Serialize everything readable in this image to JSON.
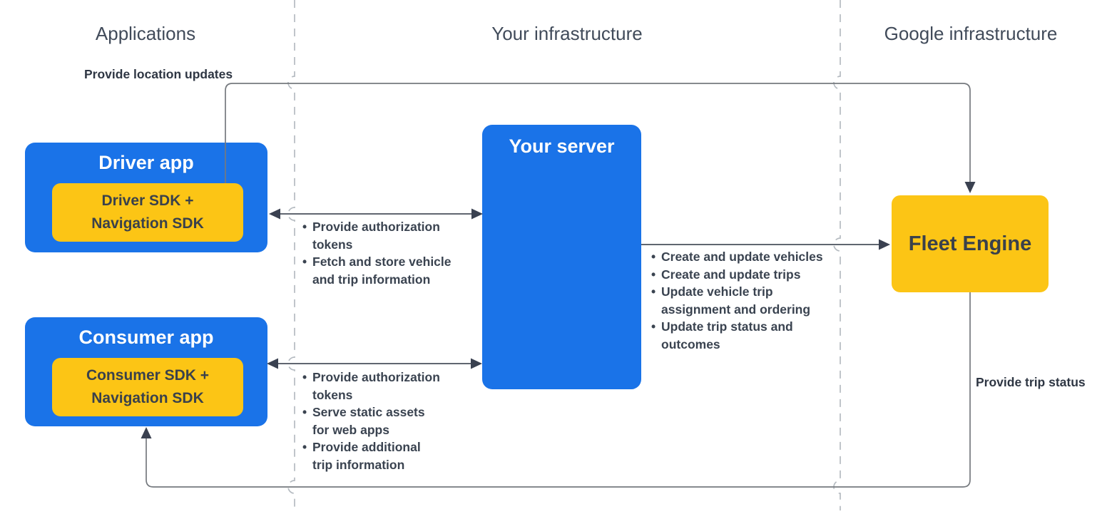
{
  "headers": {
    "applications": "Applications",
    "your_infrastructure": "Your infrastructure",
    "google_infrastructure": "Google infrastructure"
  },
  "edge_labels": {
    "provide_location_updates": "Provide location updates",
    "provide_trip_status": "Provide trip status"
  },
  "boxes": {
    "driver_app": {
      "title": "Driver app",
      "sdk": "Driver SDK +\nNavigation SDK"
    },
    "consumer_app": {
      "title": "Consumer app",
      "sdk": "Consumer SDK +\nNavigation SDK"
    },
    "your_server": {
      "title": "Your server"
    },
    "fleet_engine": {
      "title": "Fleet Engine"
    }
  },
  "bullet_lists": {
    "driver_server": {
      "items": [
        [
          "Provide authorization",
          "tokens"
        ],
        [
          "Fetch and store vehicle",
          "and trip information"
        ]
      ]
    },
    "consumer_server": {
      "items": [
        [
          "Provide authorization",
          "tokens"
        ],
        [
          "Serve static assets",
          "for web apps"
        ],
        [
          "Provide additional",
          "trip information"
        ]
      ]
    },
    "server_fleet": {
      "items": [
        [
          "Create and update vehicles"
        ],
        [
          "Create and update trips"
        ],
        [
          "Update vehicle trip",
          "assignment and ordering"
        ],
        [
          "Update trip status and",
          "outcomes"
        ]
      ]
    }
  },
  "colors": {
    "box_blue": "#1A73E8",
    "box_yellow": "#FCC515",
    "divider_dashed": "#B5BBC1",
    "wire_gray": "#75797E",
    "wire_dark": "#4A515C",
    "arrowhead": "#3A4150",
    "header_text": "#414B5A",
    "dark_text": "#3A4350",
    "white_text": "#FFFFFF"
  }
}
